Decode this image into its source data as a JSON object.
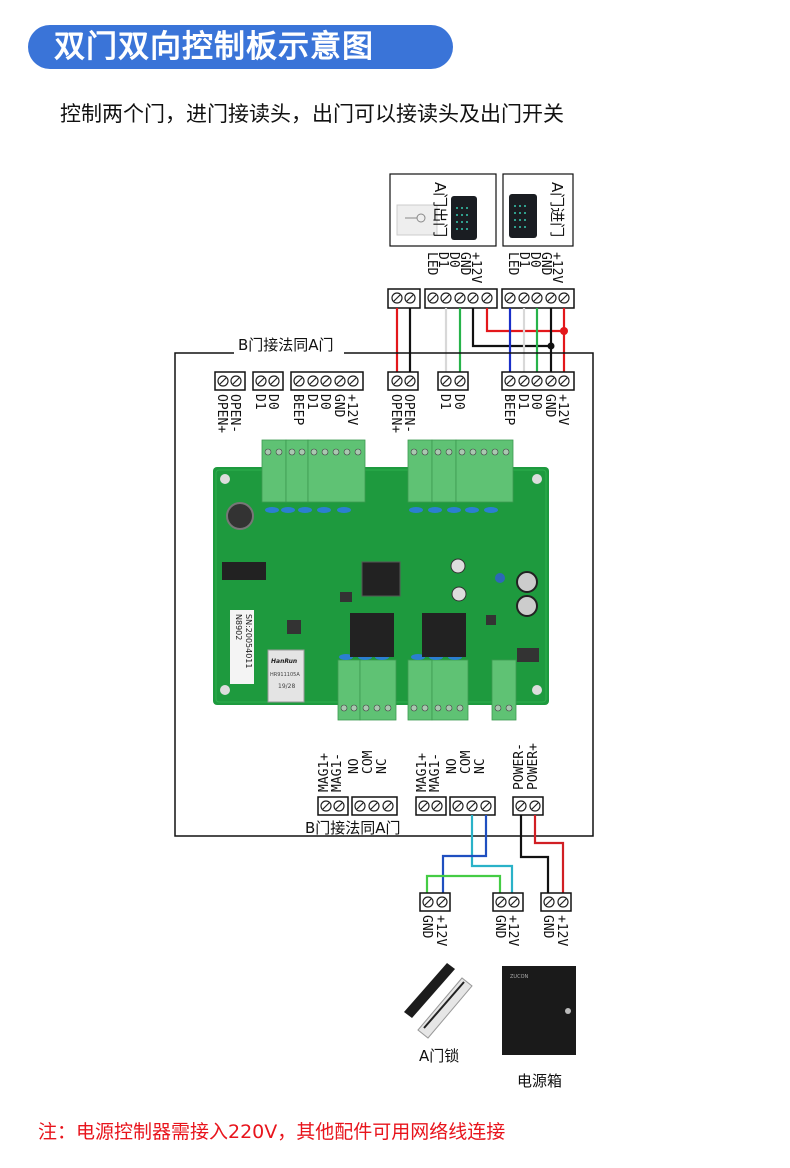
{
  "header": {
    "title": "双门双向控制板示意图",
    "subtitle": "控制两个门，进门接读头，出门可以接读头及出门开关",
    "accent_color": "#3a74d8"
  },
  "devices": {
    "exit_device_label": "A门出门",
    "entry_device_label": "A门进门",
    "lock_label": "A门锁",
    "power_box_label": "电源箱",
    "power_box_brand": "ZUCON"
  },
  "notes": {
    "same_as_a_top": "B门接法同A门",
    "same_as_a_bottom": "B门接法同A门",
    "footer": "注：电源控制器需接入220V，其他配件可用网络线连接",
    "footer_color": "#e8141c"
  },
  "external_terminals": {
    "exit_button_pins": [
      "",
      ""
    ],
    "exit_reader_pins": [
      "LED",
      "D1",
      "D0",
      "GND",
      "+12V"
    ],
    "entry_reader_pins": [
      "LED",
      "D1",
      "D0",
      "GND",
      "+12V"
    ]
  },
  "board_top_terminals": {
    "b_open": [
      "OPEN+",
      "OPEN-"
    ],
    "b_reader_out": [
      "D1",
      "D0"
    ],
    "b_reader_in": [
      "BEEP",
      "D1",
      "D0",
      "GND",
      "+12V"
    ],
    "a_open": [
      "OPEN+",
      "OPEN-"
    ],
    "a_reader_out": [
      "D1",
      "D0"
    ],
    "a_reader_in": [
      "BEEP",
      "D1",
      "D0",
      "GND",
      "+12V"
    ]
  },
  "board_bottom_terminals": {
    "b_mag": [
      "MAG1+",
      "MAG1-"
    ],
    "b_relay": [
      "NO",
      "COM",
      "NC"
    ],
    "a_mag": [
      "MAG1+",
      "MAG1-"
    ],
    "a_relay": [
      "NO",
      "COM",
      "NC"
    ],
    "power": [
      "POWER-",
      "POWER+"
    ]
  },
  "lower_terminals": {
    "lock_left": [
      "GND",
      "+12V"
    ],
    "lock_right": [
      "GND",
      "+12V"
    ],
    "power_box": [
      "GND",
      "+12V"
    ]
  },
  "board": {
    "model": "N8902",
    "serial": "SN:20054011",
    "jack_brand": "HanRun",
    "jack_part": "HR911105A",
    "jack_date": "19/28"
  },
  "wire_colors": {
    "red": "#e3171b",
    "black": "#111111",
    "green": "#27b34a",
    "white": "#d8d8d8",
    "blue": "#1a2fc8",
    "cyan": "#2ab2c8",
    "lime": "#44cc44",
    "dark_blue": "#1f4fc0"
  }
}
